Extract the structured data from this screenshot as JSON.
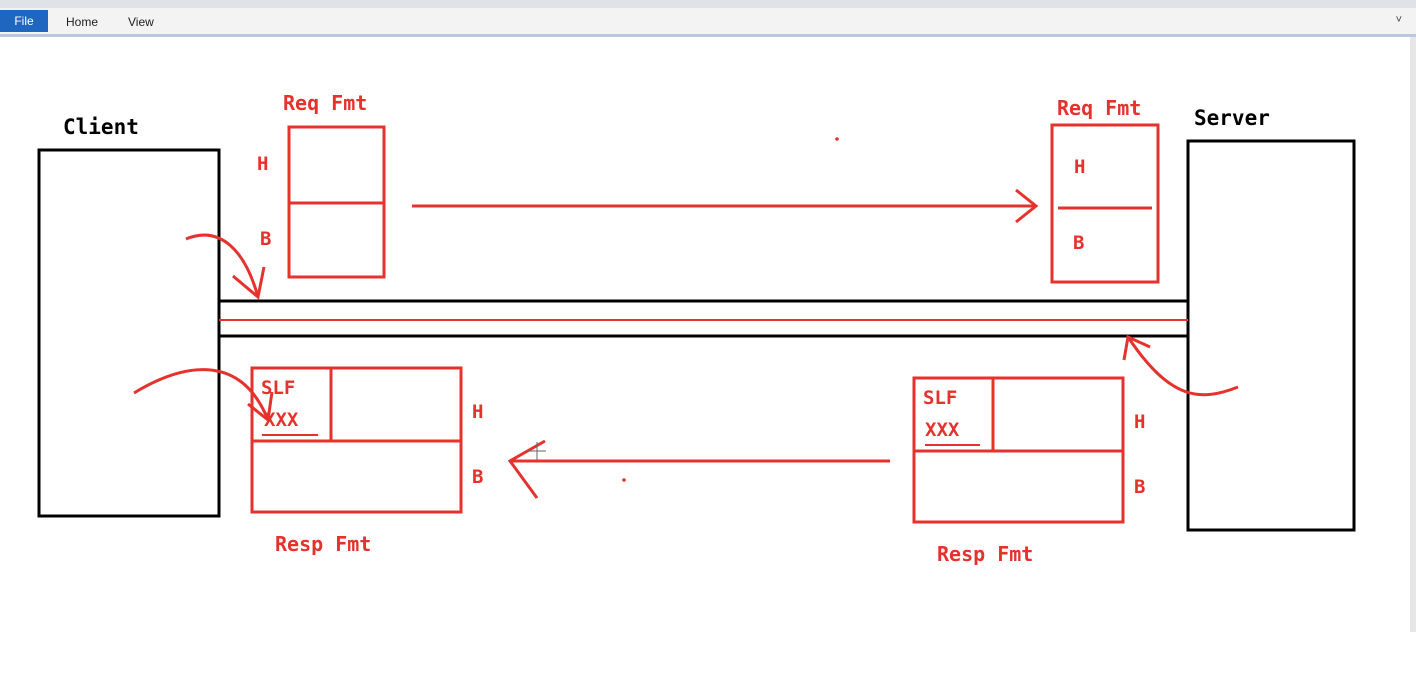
{
  "ribbon": {
    "tabs": [
      {
        "label": "File"
      },
      {
        "label": "Home"
      },
      {
        "label": "View"
      }
    ],
    "toggle_label": "˅"
  },
  "diagram": {
    "client_label": "Client",
    "server_label": "Server",
    "request_format_label": "Req Fmt",
    "response_format_label": "Resp Fmt",
    "header_label": "H",
    "body_label": "B",
    "status_line_label": "SLF",
    "status_code_label": "XXX",
    "ink_color": "#e5322d",
    "box_color": "#000000"
  }
}
